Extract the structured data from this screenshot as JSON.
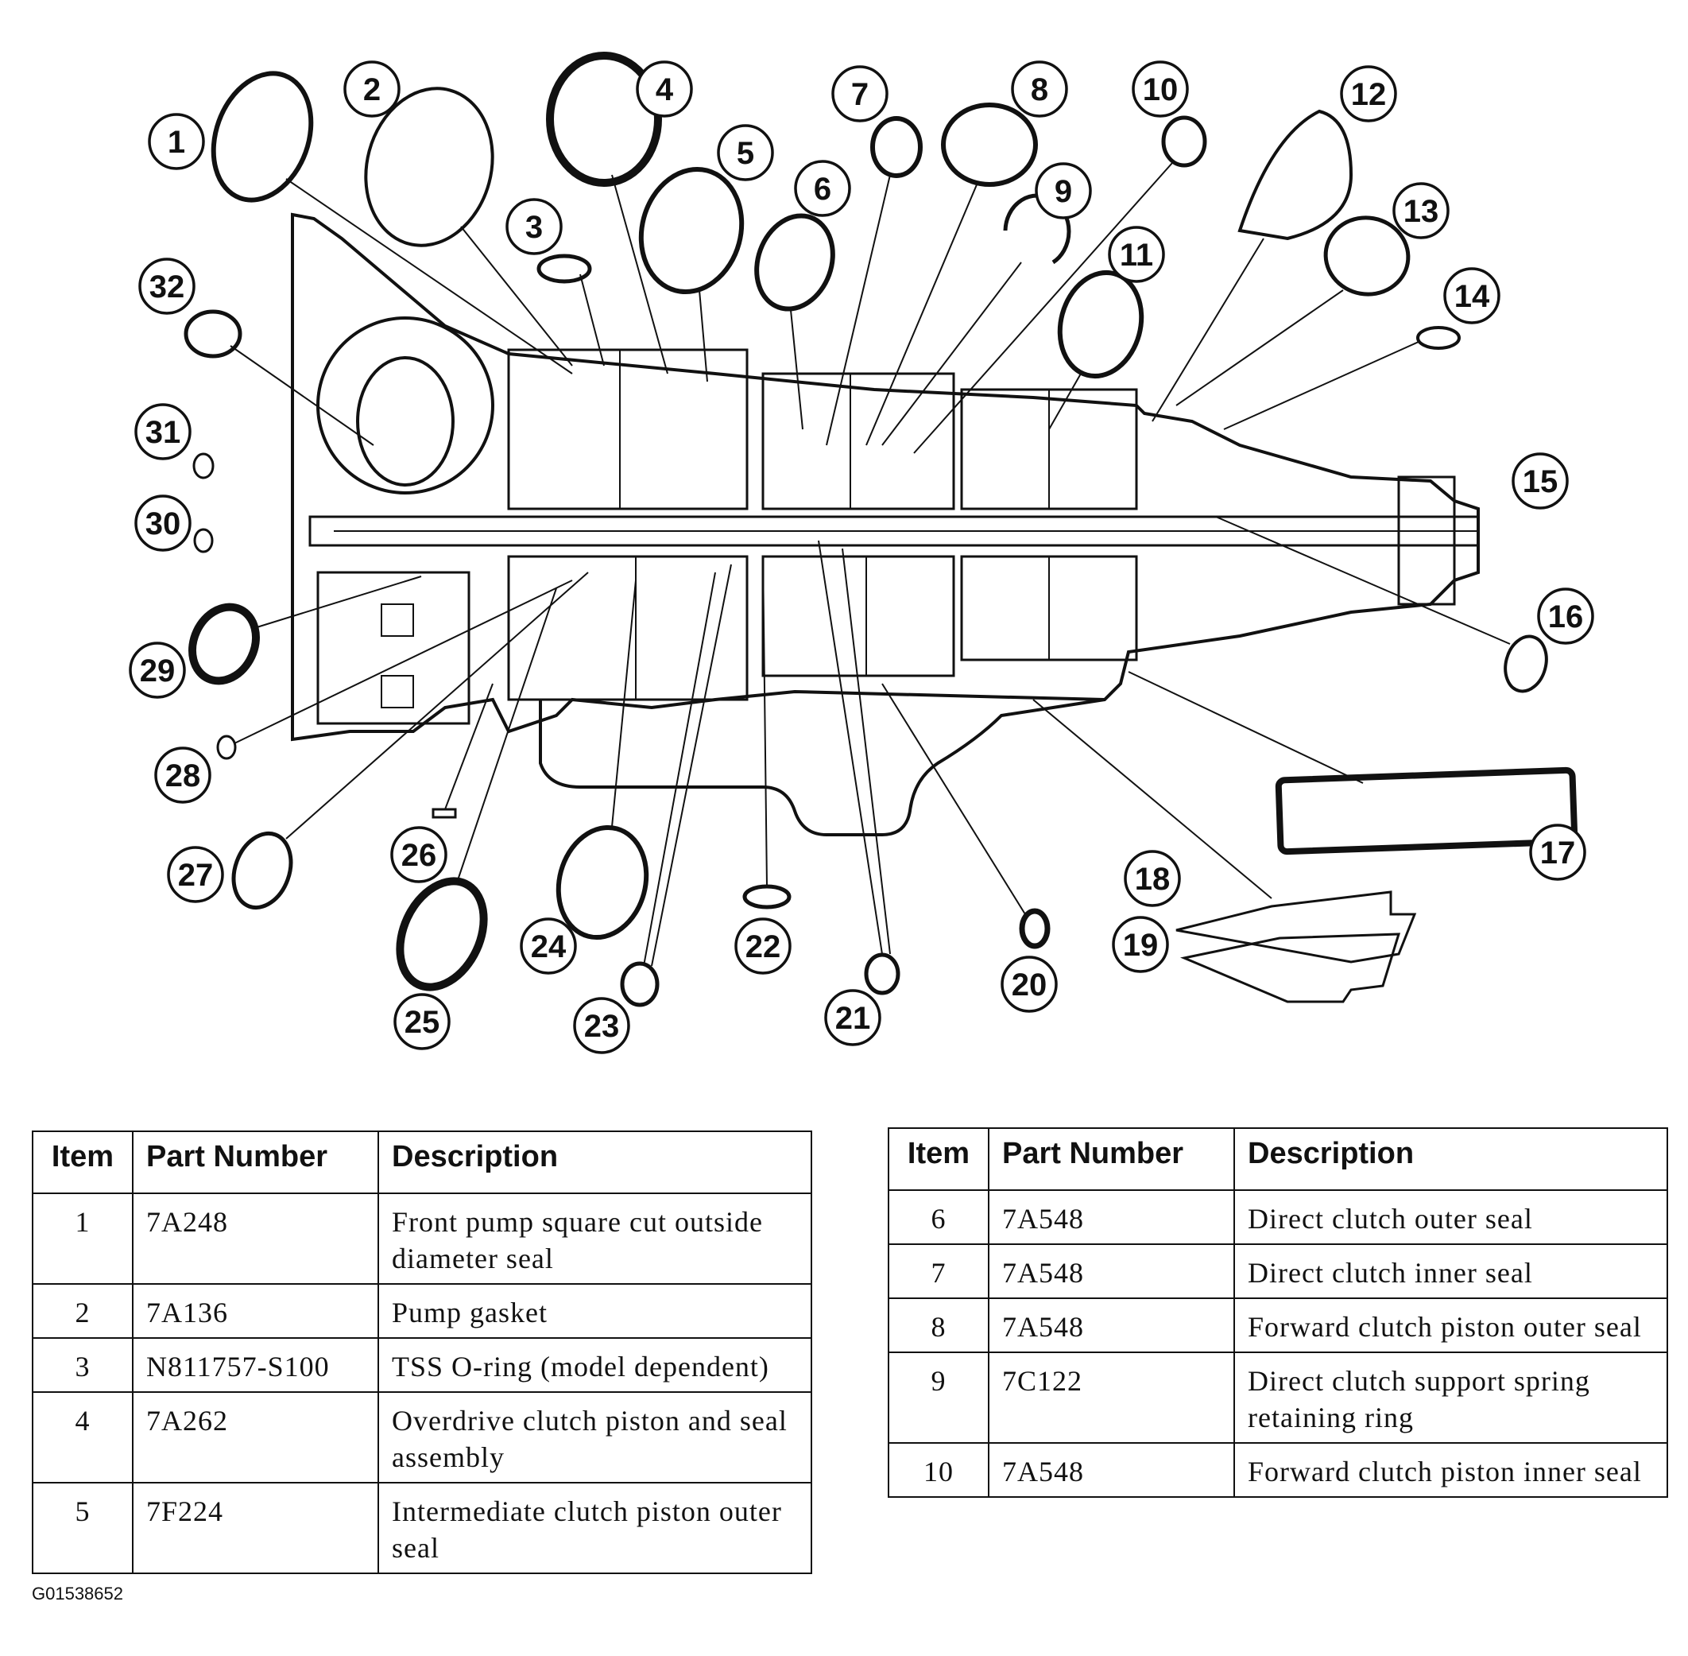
{
  "callouts": [
    "1",
    "2",
    "3",
    "4",
    "5",
    "6",
    "7",
    "8",
    "9",
    "10",
    "11",
    "12",
    "13",
    "14",
    "15",
    "16",
    "17",
    "18",
    "19",
    "20",
    "21",
    "22",
    "23",
    "24",
    "25",
    "26",
    "27",
    "28",
    "29",
    "30",
    "31",
    "32"
  ],
  "table_left": {
    "headers": [
      "Item",
      "Part Number",
      "Description"
    ],
    "rows": [
      {
        "item": "1",
        "part": "7A248",
        "desc": "Front pump square cut outside diameter seal"
      },
      {
        "item": "2",
        "part": "7A136",
        "desc": "Pump gasket"
      },
      {
        "item": "3",
        "part": "N811757-S100",
        "desc": "TSS O-ring (model dependent)"
      },
      {
        "item": "4",
        "part": "7A262",
        "desc": "Overdrive clutch piston and seal assembly"
      },
      {
        "item": "5",
        "part": "7F224",
        "desc": "Intermediate clutch piston outer seal"
      }
    ]
  },
  "table_right": {
    "headers": [
      "Item",
      "Part Number",
      "Description"
    ],
    "rows": [
      {
        "item": "6",
        "part": "7A548",
        "desc": "Direct clutch outer seal"
      },
      {
        "item": "7",
        "part": "7A548",
        "desc": "Direct clutch inner seal"
      },
      {
        "item": "8",
        "part": "7A548",
        "desc": "Forward clutch piston outer seal"
      },
      {
        "item": "9",
        "part": "7C122",
        "desc": "Direct clutch support spring retaining ring"
      },
      {
        "item": "10",
        "part": "7A548",
        "desc": "Forward clutch piston inner seal"
      }
    ]
  },
  "figure_code": "G01538652"
}
